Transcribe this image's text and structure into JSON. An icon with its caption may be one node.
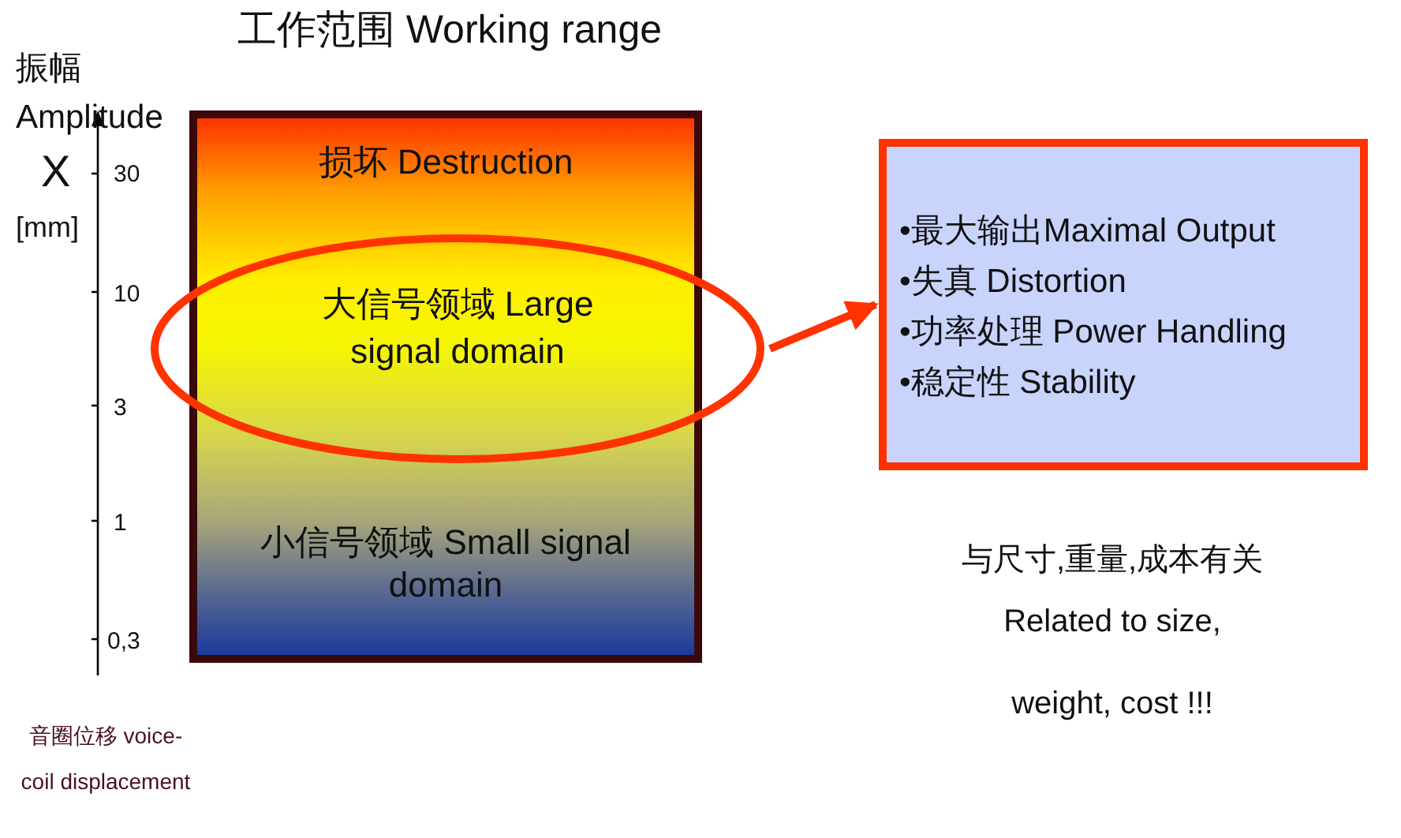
{
  "diagram": {
    "nodes": [
      {
        "text": [
          "工作范围 Working range",
          "损坏 Destruction",
          "小信号领域 Small signal domain"
        ]
      },
      {
        "text": [
          "大信号领域 Large signal domain"
        ]
      },
      {
        "text": [
          "•最大输出Maximal Output",
          "•失真 Distortion",
          "•功率处理 Power Handling",
          "•稳定性 Stability"
        ]
      }
    ],
    "edges": [
      {
        "from": 1,
        "to": 2,
        "arrow": "to"
      }
    ],
    "labels": [
      "振幅 Amplitude",
      "X",
      "[mm]",
      "30",
      "10",
      "3",
      "1",
      "0,3",
      "音圈位移 voice-coil displacement",
      "与尺寸,重量,成本有关",
      "Related to size, weight, cost !!!"
    ]
  }
}
